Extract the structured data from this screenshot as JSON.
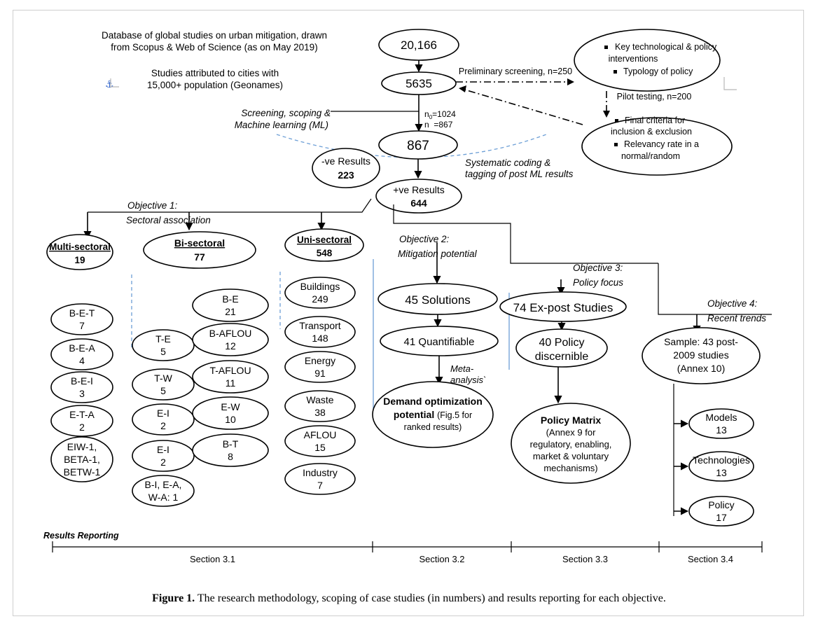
{
  "header": {
    "database_label_1": "Database of global studies on urban mitigation, drawn",
    "database_label_2": "from Scopus & Web of Science (as on May 2019)",
    "database_count": "20,166",
    "cities_label_1": "Studies attributed to cities with",
    "cities_label_2": "15,000+ population (Geonames)",
    "cities_count": "5635",
    "prelim_label": "Preliminary screening, n=250",
    "key_box": [
      "Key technological & policy",
      "interventions",
      "Typology of policy"
    ],
    "pilot_label": "Pilot testing, n=200",
    "final_box": [
      "Final criteria for",
      "inclusion & exclusion",
      "Relevancy rate in a",
      "normal/random"
    ],
    "screening_label": [
      "Screening, scoping &",
      "Machine learning (ML)"
    ],
    "n0_label": "n",
    "n0_sub": "0",
    "n0_value": "=1024",
    "n_label": "n  =867",
    "ml_count": "867",
    "neg_label": "-ve Results",
    "neg_count": "223",
    "coding_label": [
      "Systematic coding &",
      "tagging of post ML results"
    ],
    "pos_label": "+ve Results",
    "pos_count": "644",
    "anchor_glyph": "⚓"
  },
  "objective1": {
    "title": "Objective 1:",
    "subtitle": "Sectoral association",
    "multi": {
      "label": "Multi-sectoral",
      "count": "19"
    },
    "bi": {
      "label": "Bi-sectoral",
      "count": "77"
    },
    "uni": {
      "label": "Uni-sectoral",
      "count": "548"
    },
    "multi_items": [
      [
        "B-E-T",
        "7"
      ],
      [
        "B-E-A",
        "4"
      ],
      [
        "B-E-I",
        "3"
      ],
      [
        "E-T-A",
        "2"
      ],
      [
        "EIW-1,",
        "BETA-1,",
        "BETW-1"
      ]
    ],
    "bi_left": [
      [
        "T-E",
        "5"
      ],
      [
        "T-W",
        "5"
      ],
      [
        "E-I",
        "2"
      ],
      [
        "E-I",
        "2"
      ],
      [
        "B-I, E-A,",
        "W-A: 1"
      ]
    ],
    "bi_right": [
      [
        "B-E",
        "21"
      ],
      [
        "B-AFLOU",
        "12"
      ],
      [
        "T-AFLOU",
        "11"
      ],
      [
        "E-W",
        "10"
      ],
      [
        "B-T",
        "8"
      ]
    ],
    "uni_items": [
      [
        "Buildings",
        "249"
      ],
      [
        "Transport",
        "148"
      ],
      [
        "Energy",
        "91"
      ],
      [
        "Waste",
        "38"
      ],
      [
        "AFLOU",
        "15"
      ],
      [
        "Industry",
        "7"
      ]
    ]
  },
  "objective2": {
    "title": "Objective 2:",
    "subtitle": "Mitigation potential",
    "solutions": "45 Solutions",
    "quantifiable": "41 Quantifiable",
    "meta": [
      "Meta-",
      "analysis`"
    ],
    "demand": [
      "Demand optimization",
      "potential",
      "(Fig.5 for",
      "ranked results)"
    ]
  },
  "objective3": {
    "title": "Objective 3:",
    "subtitle": "Policy focus",
    "expost": "74 Ex-post Studies",
    "discernible": [
      "40 Policy",
      "discernible"
    ],
    "matrix": [
      "Policy Matrix",
      "(Annex 9 for",
      "regulatory, enabling,",
      "market & voluntary",
      "mechanisms)"
    ]
  },
  "objective4": {
    "title": "Objective 4:",
    "subtitle": "Recent trends",
    "sample": [
      "Sample: 43 post-",
      "2009 studies",
      "(Annex 10)"
    ],
    "items": [
      [
        "Models",
        "13"
      ],
      [
        "Technologies",
        "13"
      ],
      [
        "Policy",
        "17"
      ]
    ]
  },
  "footer": {
    "results_reporting": "Results Reporting",
    "sections": [
      "Section 3.1",
      "Section 3.2",
      "Section 3.3",
      "Section 3.4"
    ]
  },
  "caption": {
    "label": "Figure 1.",
    "text": " The research methodology, scoping of case studies (in numbers) and results reporting for each objective."
  }
}
